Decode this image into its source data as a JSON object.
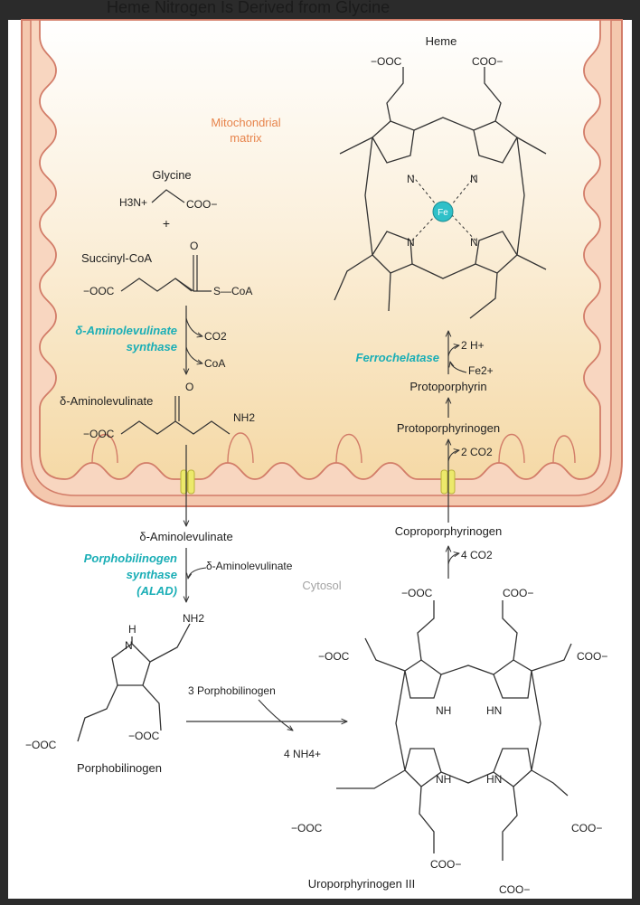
{
  "header": {
    "title_partial": "Heme Nitrogen Is Derived from Glycine"
  },
  "colors": {
    "frame": "#2a2a2a",
    "membrane_fill": "#f2c9b0",
    "membrane_stroke": "#d1806b",
    "matrix_top": "#ffffff",
    "matrix_bottom": "#f7dfae",
    "enzyme": "#1aaeb6",
    "region_label": "#e9854c",
    "cytosol_label": "#a0a0a0",
    "transporter": "#ecea6a",
    "iron": "#2fc0c8",
    "bond": "#333333"
  },
  "regions": {
    "mitochondrial_matrix": [
      "Mitochondrial",
      "matrix"
    ],
    "cytosol": "Cytosol"
  },
  "molecules": {
    "glycine": {
      "name": "Glycine",
      "amine": "H3N+",
      "carboxylate": "COO−",
      "plus": "+"
    },
    "succinyl_coa": {
      "name": "Succinyl-CoA",
      "left_group": "−OOC",
      "oxygen": "O",
      "thioester": "S—CoA"
    },
    "ala_mito": {
      "name": "δ-Aminolevulinate",
      "left_group": "−OOC",
      "oxygen": "O",
      "amine": "NH2"
    },
    "ala_cyto": {
      "name": "δ-Aminolevulinate"
    },
    "ala_cosubstrate": {
      "name": "δ-Aminolevulinate"
    },
    "porphobilinogen": {
      "name": "Porphobilinogen",
      "nh": "H",
      "n": "N",
      "amine": "NH2",
      "acetate": "−OOC",
      "propionate": "−OOC"
    },
    "uroporphyrinogen": {
      "name": "Uroporphyrinogen III",
      "groups": [
        "−OOC",
        "COO−",
        "COO−",
        "COO−",
        "−OOC",
        "COO−",
        "COO−",
        "COO−"
      ],
      "nh_labels": [
        "NH",
        "HN",
        "NH",
        "HN"
      ]
    },
    "coproporphyrinogen": {
      "name": "Coproporphyrinogen"
    },
    "protoporphyrinogen": {
      "name": "Protoporphyrinogen"
    },
    "protoporphyrin": {
      "name": "Protoporphyrin"
    },
    "heme": {
      "name": "Heme",
      "left_group": "−OOC",
      "right_group": "COO−",
      "metal": "Fe",
      "n_labels": [
        "N",
        "N",
        "N",
        "N"
      ]
    }
  },
  "enzymes": {
    "ala_synthase": [
      "δ-Aminolevulinate",
      "synthase"
    ],
    "pbg_synthase": [
      "Porphobilinogen",
      "synthase",
      "(ALAD)"
    ],
    "ferrochelatase": "Ferrochelatase"
  },
  "byproducts": {
    "co2": "CO2",
    "coa": "CoA",
    "three_pbg": "3 Porphobilinogen",
    "four_nh4": "4 NH4+",
    "four_co2": "4 CO2",
    "two_co2": "2 CO2",
    "two_h": "2 H+",
    "fe2": "Fe2+"
  },
  "footer": {
    "caption_partial": ""
  }
}
